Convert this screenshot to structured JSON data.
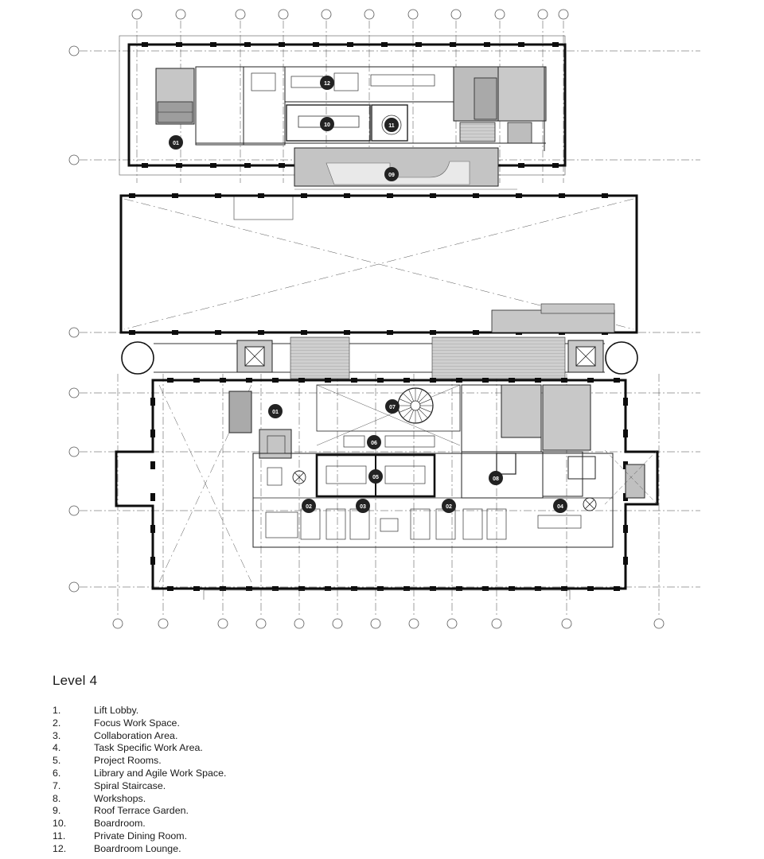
{
  "title": "Level 4",
  "legend": [
    {
      "num": "1.",
      "label": "Lift Lobby."
    },
    {
      "num": "2.",
      "label": "Focus Work Space."
    },
    {
      "num": "3.",
      "label": "Collaboration Area."
    },
    {
      "num": "4.",
      "label": "Task Specific Work Area."
    },
    {
      "num": "5.",
      "label": "Project Rooms."
    },
    {
      "num": "6.",
      "label": "Library and Agile Work Space."
    },
    {
      "num": "7.",
      "label": "Spiral Staircase."
    },
    {
      "num": "8.",
      "label": "Workshops."
    },
    {
      "num": "9.",
      "label": "Roof Terrace Garden."
    },
    {
      "num": "10.",
      "label": "Boardroom."
    },
    {
      "num": "11.",
      "label": "Private Dining Room."
    },
    {
      "num": "12.",
      "label": "Boardroom Lounge."
    }
  ],
  "markers": {
    "m01_top": "01",
    "m09": "09",
    "m10": "10",
    "m11": "11",
    "m12": "12",
    "m01_bottom": "01",
    "m02_left": "02",
    "m02_right": "02",
    "m03": "03",
    "m04": "04",
    "m05": "05",
    "m06": "06",
    "m07": "07",
    "m08": "08"
  },
  "colors": {
    "line": "#1a1a1a",
    "wall": "#0d0d0d",
    "grey_fill": "#b9b9b9",
    "marker": "#222222"
  }
}
